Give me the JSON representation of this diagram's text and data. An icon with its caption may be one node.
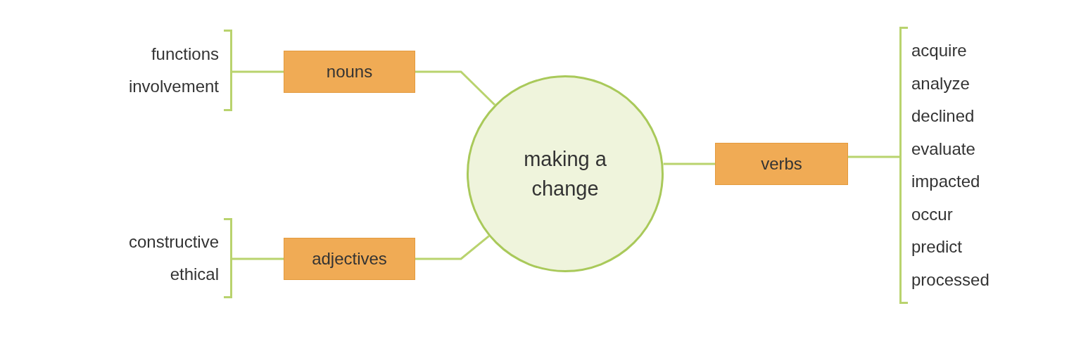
{
  "diagram": {
    "nodes": [
      {
        "text": [
          "functions",
          "involvement"
        ]
      },
      {
        "text": [
          "nouns"
        ]
      },
      {
        "text": [
          "making a change"
        ]
      },
      {
        "text": [
          "verbs"
        ]
      },
      {
        "text": [
          "acquire",
          "analyze",
          "declined",
          "evaluate",
          "impacted",
          "occur",
          "predict",
          "processed"
        ]
      },
      {
        "text": [
          "constructive",
          "ethical"
        ]
      },
      {
        "text": [
          "adjectives"
        ]
      }
    ],
    "edges": [
      {
        "from": 0,
        "to": 1,
        "arrow": "none"
      },
      {
        "from": 1,
        "to": 2,
        "arrow": "none"
      },
      {
        "from": 2,
        "to": 3,
        "arrow": "none"
      },
      {
        "from": 3,
        "to": 4,
        "arrow": "none"
      },
      {
        "from": 5,
        "to": 6,
        "arrow": "none"
      },
      {
        "from": 6,
        "to": 2,
        "arrow": "none"
      }
    ]
  }
}
